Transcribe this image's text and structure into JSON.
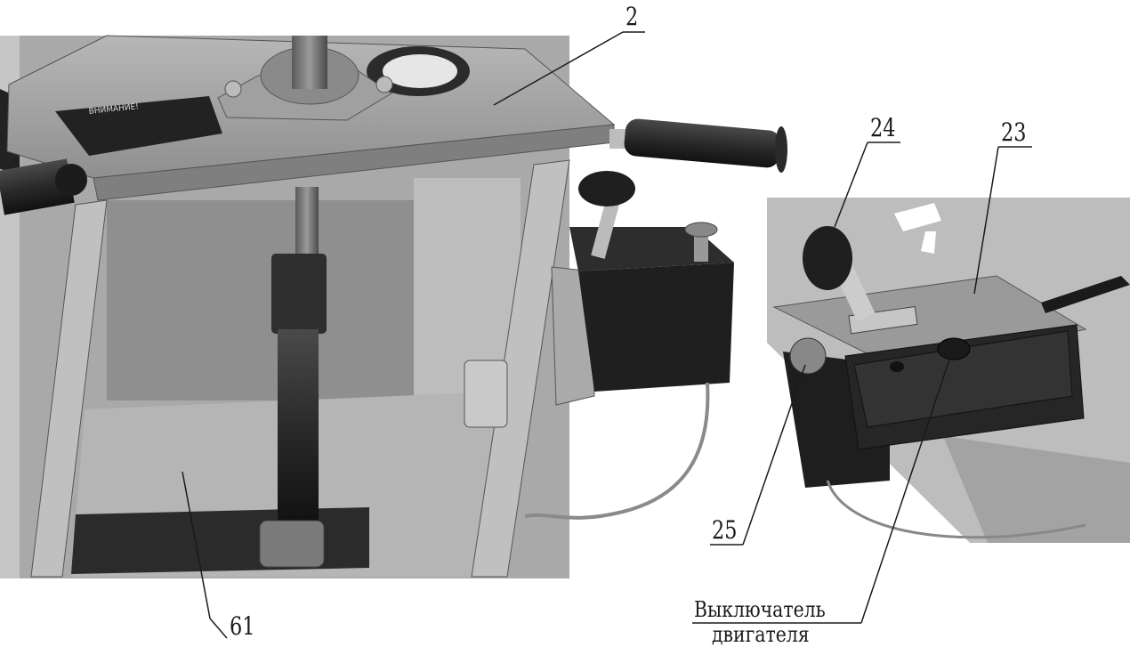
{
  "callouts": {
    "c2": "2",
    "c24": "24",
    "c23": "23",
    "c25": "25",
    "c61": "61",
    "switch_line1": "Выключатель",
    "switch_line2": "двигателя"
  },
  "plate_text": "ВНИМАНИЕ!",
  "colors": {
    "body": "#9c9c9c",
    "body_dark": "#6e6e6e",
    "body_light": "#bdbdbd",
    "black_part": "#262626",
    "line": "#1a1a1a"
  }
}
